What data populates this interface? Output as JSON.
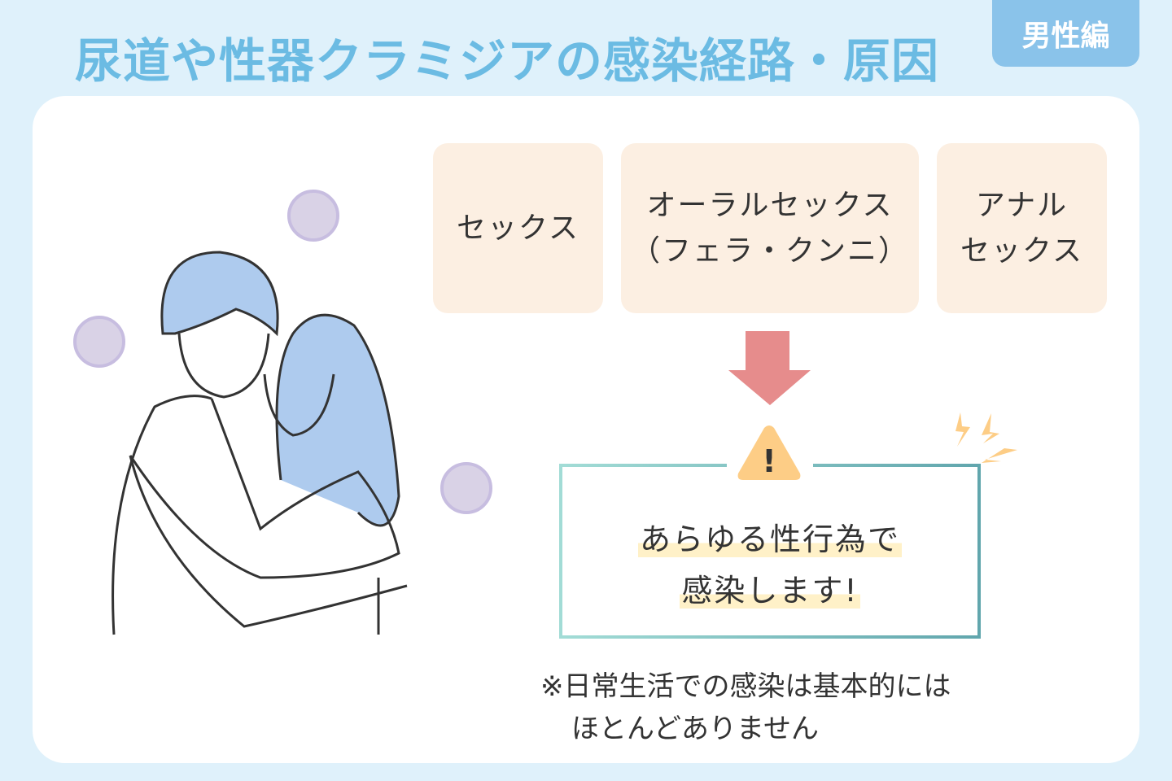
{
  "title": "尿道や性器クラミジアの感染経路・原因",
  "badge": "男性編",
  "routes": [
    {
      "line1": "セックス",
      "line2": ""
    },
    {
      "line1": "オーラルセックス",
      "line2": "（フェラ・クンニ）"
    },
    {
      "line1": "アナル",
      "line2": "セックス"
    }
  ],
  "warning": {
    "icon": "!",
    "line1": "あらゆる性行為で",
    "line2": "感染します!"
  },
  "note": {
    "line1": "※日常生活での感染は基本的には",
    "line2": "ほとんどありません"
  },
  "colors": {
    "title": "#6bbbe3",
    "badge": "#8ac3ea",
    "route_bg": "#fcefe2",
    "arrow": "#e68c8c",
    "warning": "#fdcd86",
    "highlight": "#fff1c8"
  }
}
